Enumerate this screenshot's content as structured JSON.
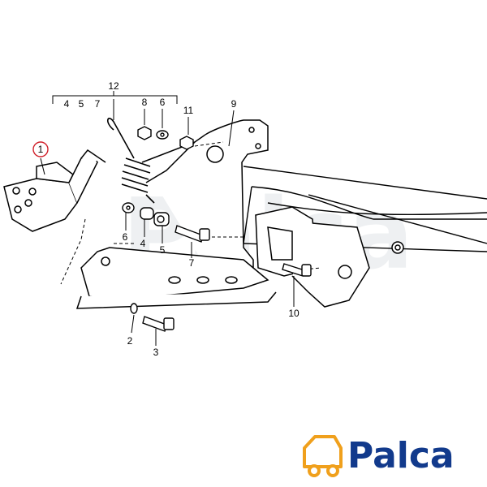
{
  "diagram": {
    "group_label": "12",
    "group_members": [
      "4",
      "5",
      "7"
    ],
    "callouts": [
      {
        "id": "c1",
        "text": "1",
        "highlight": true
      },
      {
        "id": "c2",
        "text": "2"
      },
      {
        "id": "c3",
        "text": "3"
      },
      {
        "id": "c4",
        "text": "4"
      },
      {
        "id": "c5",
        "text": "5"
      },
      {
        "id": "c6",
        "text": "6"
      },
      {
        "id": "c7",
        "text": "7"
      },
      {
        "id": "c8",
        "text": "8"
      },
      {
        "id": "c6b",
        "text": "6"
      },
      {
        "id": "c9",
        "text": "9"
      },
      {
        "id": "c10",
        "text": "10"
      },
      {
        "id": "c11",
        "text": "11"
      }
    ],
    "highlight_color": "#d0202a"
  },
  "logo": {
    "text": "Palca",
    "color": "#123a8c",
    "accent": "#f0a01c",
    "icon": "truck-icon"
  },
  "watermark": {
    "text": "Palca"
  }
}
